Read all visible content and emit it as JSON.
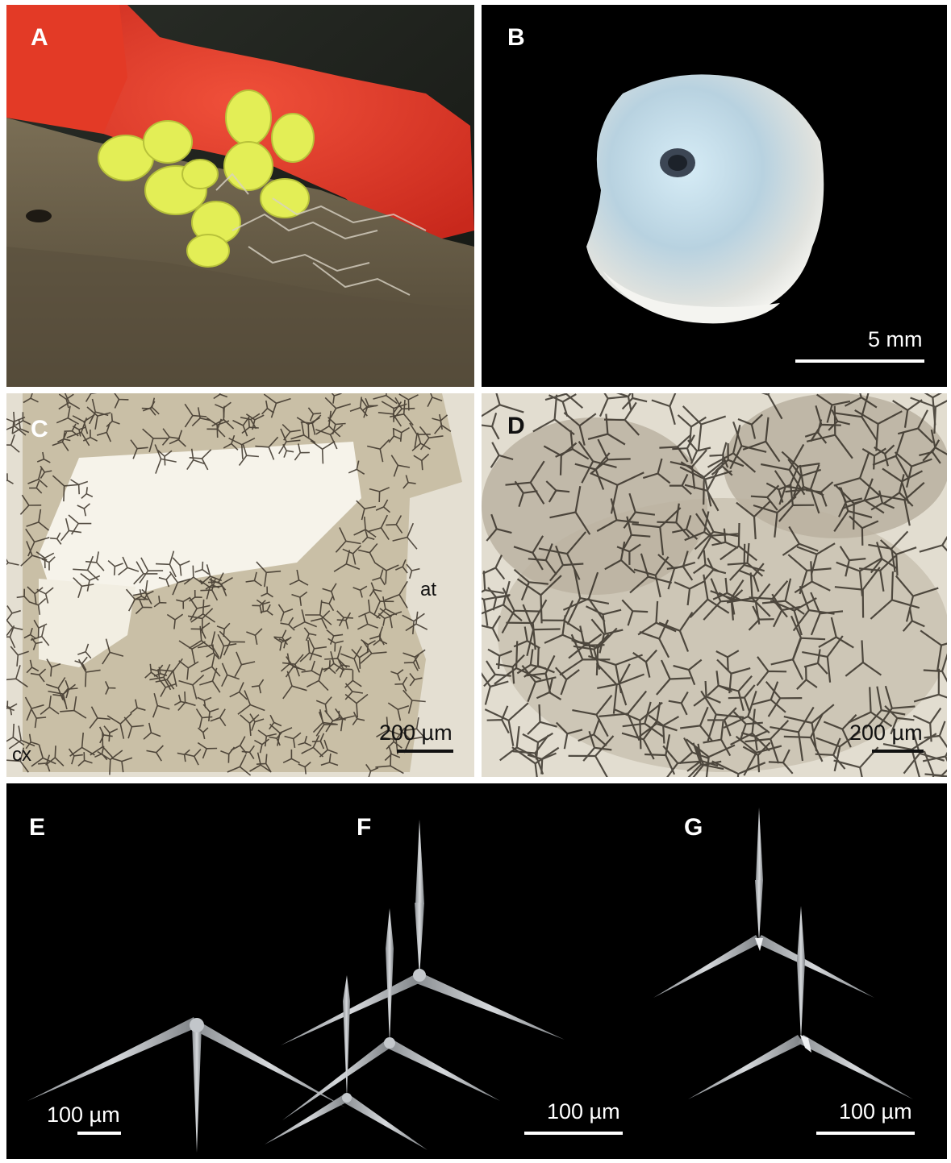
{
  "panels": {
    "a": {
      "label": "A"
    },
    "b": {
      "label": "B",
      "scale_bar": "5 mm"
    },
    "c": {
      "label": "C",
      "scale_bar": "200 µm",
      "annotations": {
        "at": "at",
        "cx": "cx"
      }
    },
    "d": {
      "label": "D",
      "scale_bar": "200 µm"
    },
    "e": {
      "label": "E",
      "scale_bar": "100 µm"
    },
    "f": {
      "label": "F",
      "scale_bar": "100 µm"
    },
    "g": {
      "label": "G",
      "scale_bar": "100 µm"
    }
  },
  "colors": {
    "panel_a_red_sponge": "#e8402a",
    "panel_a_yellow_sponge": "#e4ee58",
    "panel_a_substrate": "#6b6048",
    "panel_b_background": "#000000",
    "panel_b_specimen": "#c8d8e8",
    "panel_cd_background": "#e6e1d6",
    "panel_efg_background": "#000000",
    "spicule_grey": "#b4b8bc"
  }
}
